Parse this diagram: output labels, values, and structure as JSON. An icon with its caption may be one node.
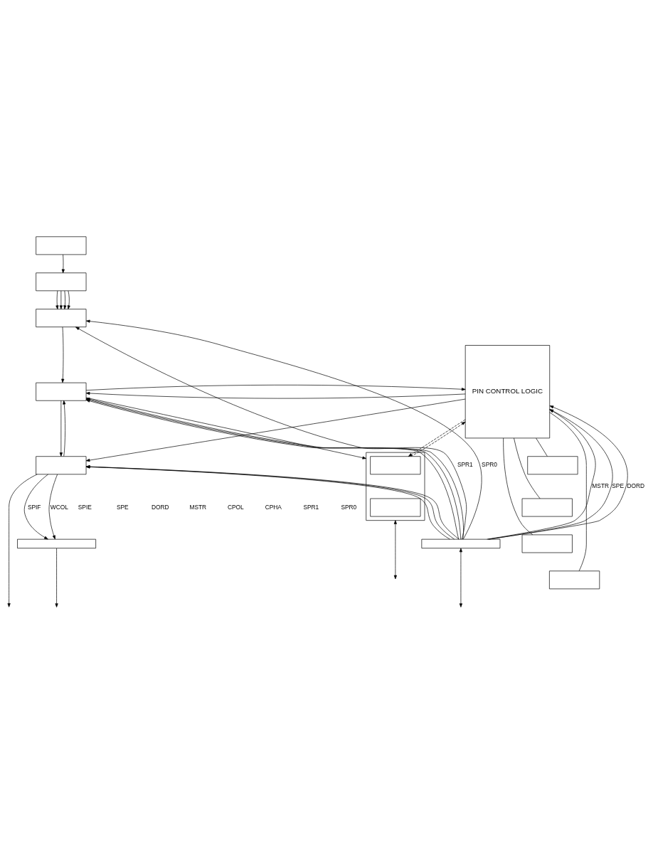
{
  "diagram": {
    "nodes": [
      {
        "text": [],
        "shape": "box"
      },
      {
        "text": [],
        "shape": "box"
      },
      {
        "text": [],
        "shape": "box"
      },
      {
        "text": [],
        "shape": "box"
      },
      {
        "text": [],
        "shape": "box",
        "in": 3
      },
      {
        "text": [],
        "shape": "box",
        "in": 3
      },
      {
        "text": [
          "PIN CONTROL LOGIC"
        ]
      },
      {
        "text": [],
        "shape": "box"
      },
      {
        "text": [],
        "shape": "box"
      },
      {
        "text": [],
        "shape": "box"
      },
      {
        "text": [],
        "shape": "box"
      },
      {
        "text": [],
        "shape": "box"
      },
      {
        "text": [],
        "shape": "box"
      },
      {
        "text": [],
        "shape": "bar"
      },
      {
        "text": [],
        "shape": "bar"
      }
    ],
    "edges": [
      {
        "from": 0,
        "to": 1,
        "arrow": "to"
      },
      {
        "from": 1,
        "to": 2,
        "arrow": "to"
      },
      {
        "from": 1,
        "to": 2,
        "arrow": "to"
      },
      {
        "from": 1,
        "to": 2,
        "arrow": "to"
      },
      {
        "from": 1,
        "to": 2,
        "arrow": "to"
      },
      {
        "from": 2,
        "to": 11,
        "arrow": "to"
      },
      {
        "from": 11,
        "to": 3,
        "arrow": "to"
      },
      {
        "from": 6,
        "to": 11,
        "arrow": "to"
      },
      {
        "from": 11,
        "to": 6,
        "arrow": "to"
      },
      {
        "from": 6,
        "to": 4,
        "arrow": "to",
        "style": "dashed"
      },
      {
        "from": 4,
        "to": 6,
        "arrow": "to",
        "style": "dashed"
      },
      {
        "from": 6,
        "to": 7,
        "arrow": "none"
      },
      {
        "from": 6,
        "to": 8,
        "arrow": "none"
      },
      {
        "from": 6,
        "to": 9,
        "arrow": "none"
      },
      {
        "from": 6,
        "to": 10,
        "arrow": "none"
      },
      {
        "from": 11,
        "to": 12,
        "arrow": "to"
      },
      {
        "from": 12,
        "to": 11,
        "arrow": "to"
      },
      {
        "from": 6,
        "to": 12,
        "arrow": "to"
      },
      {
        "from": 14,
        "to": 2,
        "arrow": "to",
        "label": "SPR1"
      },
      {
        "from": 14,
        "to": 2,
        "arrow": "to",
        "label": "SPR0"
      },
      {
        "from": 14,
        "to": 6,
        "arrow": "to",
        "label": "MSTR"
      },
      {
        "from": 14,
        "to": 6,
        "arrow": "to",
        "label": "SPE"
      },
      {
        "from": 14,
        "to": 6,
        "arrow": "to",
        "label": "DORD"
      },
      {
        "from": 14,
        "to": 11,
        "arrow": "to"
      },
      {
        "from": 14,
        "to": 11,
        "arrow": "to"
      },
      {
        "from": 14,
        "to": 11,
        "arrow": "to"
      },
      {
        "from": 14,
        "to": 12,
        "arrow": "to"
      },
      {
        "from": 14,
        "to": 12,
        "arrow": "to"
      },
      {
        "from": 14,
        "to": 12,
        "arrow": "to"
      },
      {
        "from": 12,
        "to": 13,
        "arrow": "to",
        "label": "SPIF"
      },
      {
        "from": 12,
        "to": 13,
        "arrow": "to",
        "label": "WCOL"
      },
      {
        "from": 13,
        "to": null,
        "arrow": "to"
      },
      {
        "from": 14,
        "to": null,
        "arrow": "both"
      },
      {
        "from": 3,
        "to": null,
        "arrow": "both"
      },
      {
        "from": 12,
        "to": null,
        "arrow": "to"
      }
    ],
    "labels": [
      "SPIE",
      "SPE",
      "DORD",
      "MSTR",
      "CPOL",
      "CPHA",
      "SPR1",
      "SPR0"
    ]
  }
}
